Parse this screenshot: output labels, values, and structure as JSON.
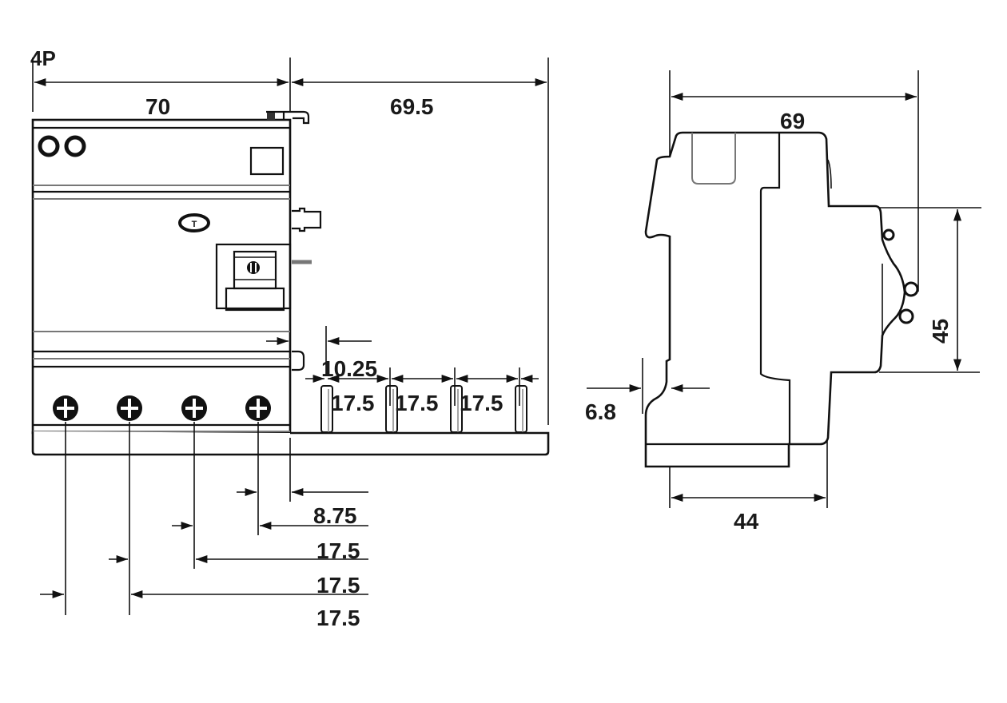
{
  "drawing": {
    "variant_label": "4P",
    "units": "mm",
    "front_view": {
      "width": "70",
      "busbar_extension": "69.5",
      "first_pin_offset": "10.25",
      "pin_pitches": [
        "17.5",
        "17.5",
        "17.5"
      ],
      "terminal_offset": "8.75",
      "terminal_pitches": [
        "17.5",
        "17.5",
        "17.5"
      ],
      "terminal_count": 4,
      "pin_count": 4
    },
    "side_view": {
      "depth": "69",
      "front_height": "45",
      "rail_offset": "6.8",
      "base_depth": "44"
    }
  }
}
